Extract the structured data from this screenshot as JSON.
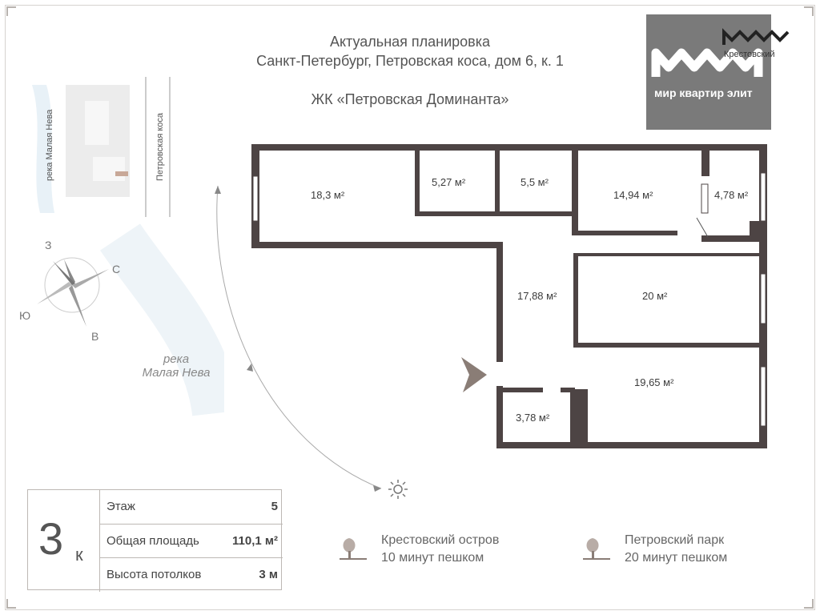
{
  "header": {
    "line1": "Актуальная планировка",
    "line2": "Санкт-Петербург, Петровская коса, дом 6, к. 1",
    "line3": "ЖК «Петровская Доминанта»"
  },
  "logo": {
    "brand": "мир квартир элит",
    "sub": "Крестовский"
  },
  "map": {
    "river_vertical": "река Малая Нева",
    "street_vertical": "Петровская коса",
    "river_label_1": "река",
    "river_label_2": "Малая Нева"
  },
  "compass": {
    "north_west": "З",
    "north": "С",
    "south": "Ю",
    "east": "В"
  },
  "rooms": [
    {
      "area": "18,3 м²"
    },
    {
      "area": "5,27 м²"
    },
    {
      "area": "5,5 м²"
    },
    {
      "area": "14,94 м²"
    },
    {
      "area": "4,78 м²"
    },
    {
      "area": "17,88 м²"
    },
    {
      "area": "20 м²"
    },
    {
      "area": "19,65 м²"
    },
    {
      "area": "3,78 м²"
    }
  ],
  "info": {
    "rooms_label": "3",
    "rooms_suffix": "к",
    "floor_label": "Этаж",
    "floor_value": "5",
    "area_label": "Общая площадь",
    "area_value": "110,1 м²",
    "ceiling_label": "Высота потолков",
    "ceiling_value": "3 м"
  },
  "poi": [
    {
      "title": "Крестовский остров",
      "sub": "10 минут пешком"
    },
    {
      "title": "Петровский парк",
      "sub": "20 минут пешком"
    }
  ],
  "icons": {
    "moon": "moon-icon",
    "sun": "sun-icon",
    "tree": "tree-icon"
  }
}
